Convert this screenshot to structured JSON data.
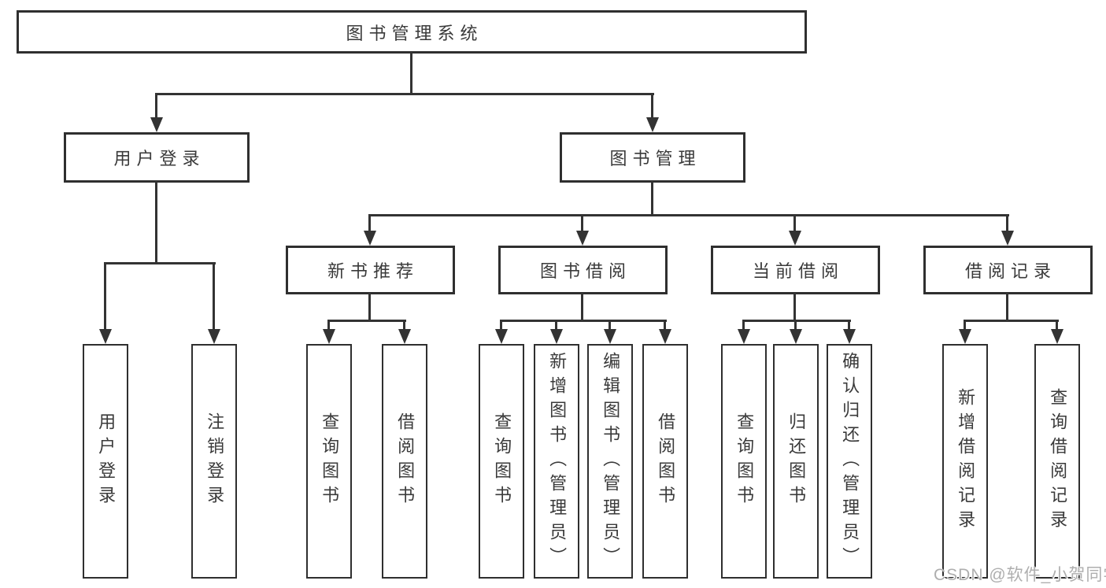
{
  "diagram_title": "图书管理系统",
  "colors": {
    "line": "#333333",
    "box_border": "#2f2f2f",
    "box_fill": "#ffffff",
    "text": "#3a3a3a",
    "background": "#ffffff",
    "watermark_text": "#aeaeae"
  },
  "root": {
    "label": "图书管理系统"
  },
  "level2": [
    {
      "label": "用户登录"
    },
    {
      "label": "图书管理"
    }
  ],
  "level3": [
    {
      "label": "新书推荐",
      "parent": "图书管理"
    },
    {
      "label": "图书借阅",
      "parent": "图书管理"
    },
    {
      "label": "当前借阅",
      "parent": "图书管理"
    },
    {
      "label": "借阅记录",
      "parent": "图书管理"
    }
  ],
  "leaves": [
    {
      "label": "用户登录",
      "parent": "用户登录"
    },
    {
      "label": "注销登录",
      "parent": "用户登录"
    },
    {
      "label": "查询图书",
      "parent": "新书推荐"
    },
    {
      "label": "借阅图书",
      "parent": "新书推荐"
    },
    {
      "label": "查询图书",
      "parent": "图书借阅"
    },
    {
      "label": "新增图书（管理员）",
      "parent": "图书借阅"
    },
    {
      "label": "编辑图书（管理员）",
      "parent": "图书借阅"
    },
    {
      "label": "借阅图书",
      "parent": "图书借阅"
    },
    {
      "label": "查询图书",
      "parent": "当前借阅"
    },
    {
      "label": "归还图书",
      "parent": "当前借阅"
    },
    {
      "label": "确认归还（管理员）",
      "parent": "当前借阅"
    },
    {
      "label": "新增借阅记录",
      "parent": "借阅记录"
    },
    {
      "label": "查询借阅记录",
      "parent": "借阅记录"
    }
  ],
  "watermark": {
    "text": "CSDN @软件_小贺同学"
  }
}
